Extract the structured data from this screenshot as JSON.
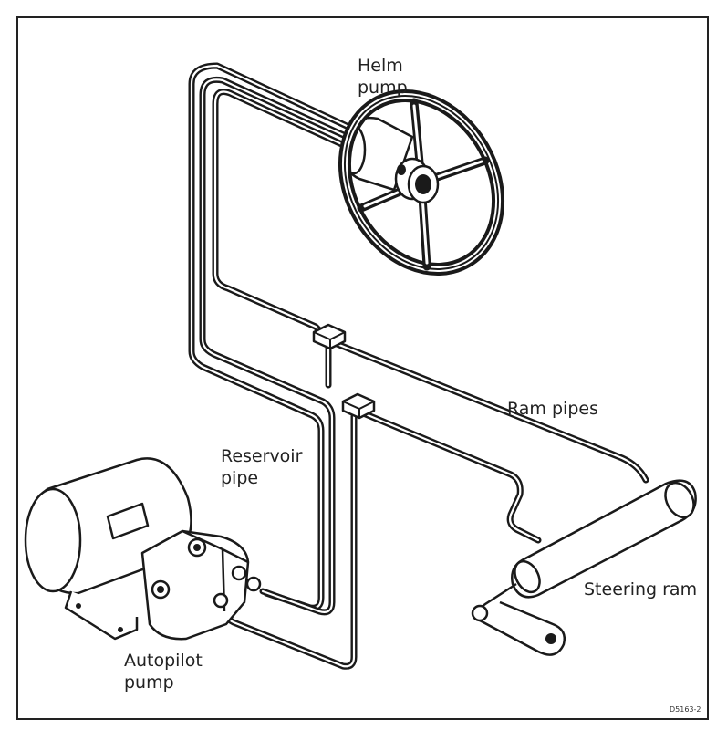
{
  "labels": {
    "helm_pump": [
      "Helm",
      "pump"
    ],
    "ram_pipes": "Ram pipes",
    "reservoir_pipe": [
      "Reservoir",
      "pipe"
    ],
    "steering_ram": "Steering ram",
    "autopilot_pump": [
      "Autopilot",
      "pump"
    ],
    "figure_code": "D5163-2"
  },
  "colors": {
    "line": "#1a1a1a",
    "fill": "#ffffff"
  }
}
